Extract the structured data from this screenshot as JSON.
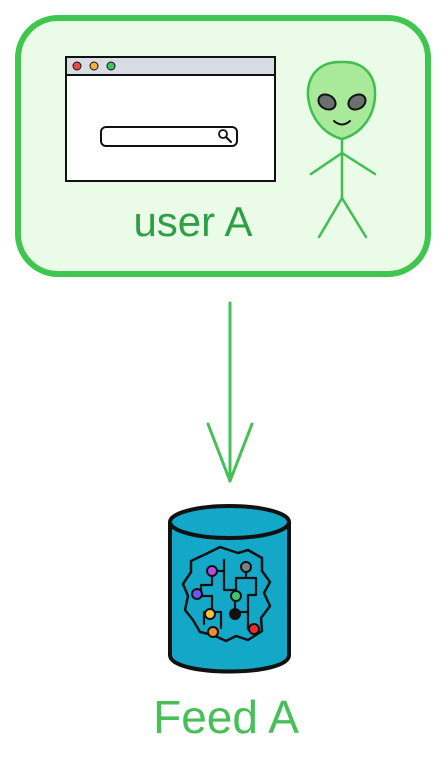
{
  "diagram": {
    "user_node": {
      "label": "user A",
      "icon": "browser-search-window-and-alien-user",
      "colors": {
        "border": "#3ec64f",
        "fill": "#eafbe8",
        "label": "#2f9f44"
      }
    },
    "feed_node": {
      "label": "Feed A",
      "icon": "database-cylinder-with-ai-brain",
      "colors": {
        "cylinder": "#13a8c8",
        "label": "#48c05a"
      }
    },
    "connector": {
      "direction": "down",
      "color": "#46bf57"
    }
  }
}
